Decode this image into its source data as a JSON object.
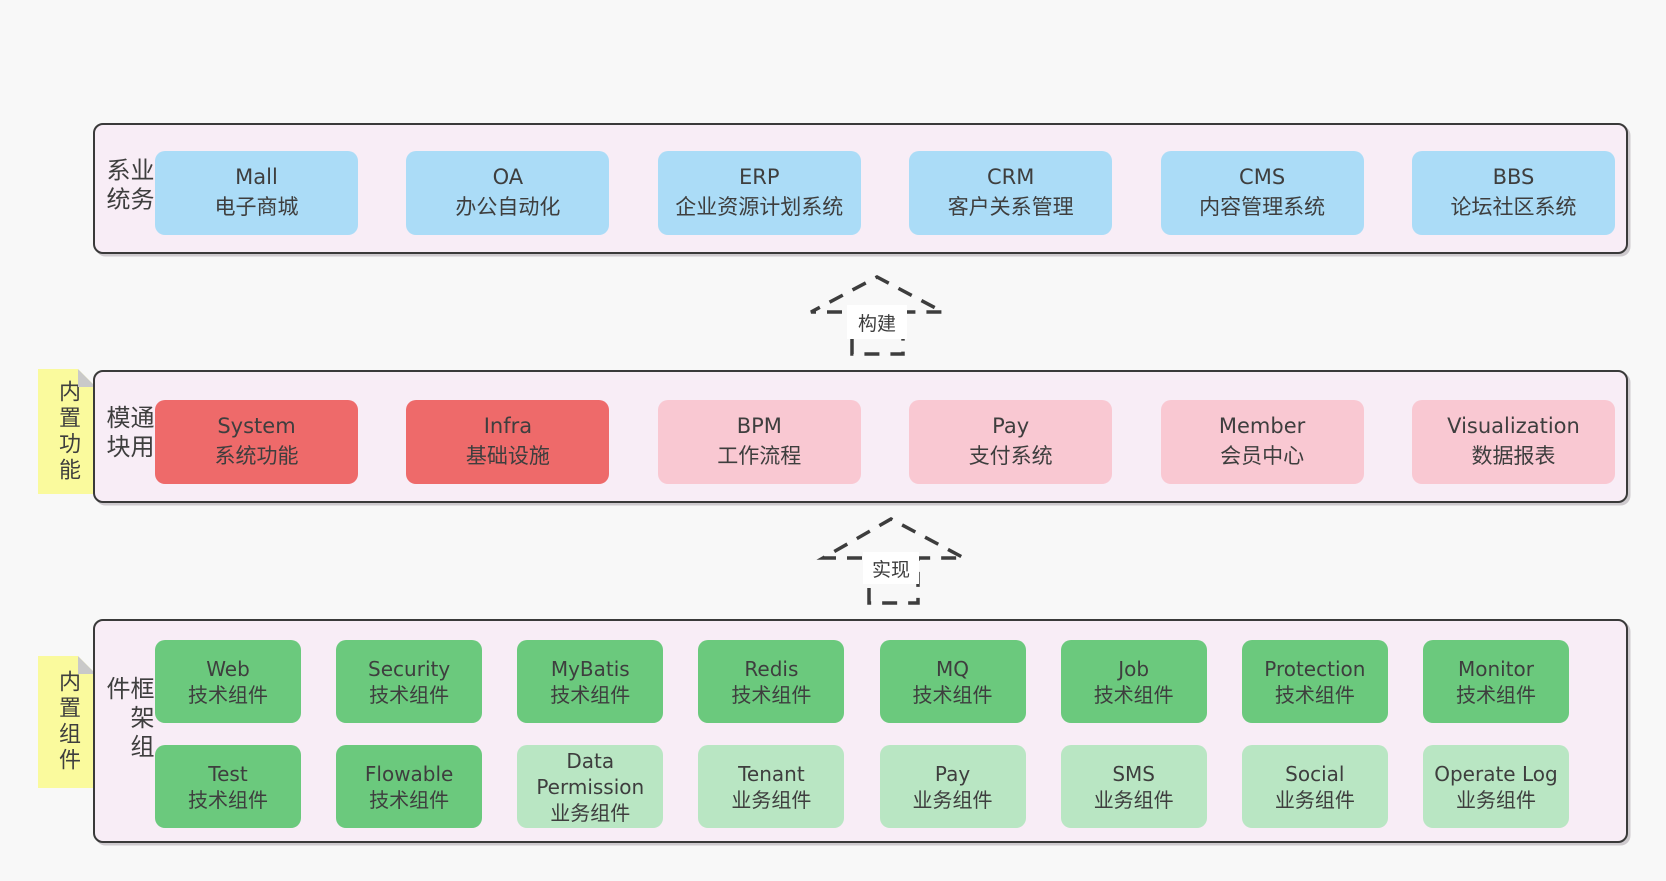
{
  "colors": {
    "blue": "#abdcf7",
    "red": "#ee6a6a",
    "pink": "#f9c8d2",
    "green": "#6bc97d",
    "light_green": "#b9e6c3",
    "container_fill": "#f8edf6",
    "container_border": "#3a3a3a",
    "note_fill": "#fafa9d",
    "note_fold": "#c9c9c9",
    "text": "#3e3e3e",
    "page_bg": "#f8f8f8"
  },
  "layers": [
    {
      "name": "business-systems",
      "label": "业务系统",
      "note": null,
      "rows": [
        [
          {
            "title": "Mall",
            "subtitle": "电子商城",
            "color": "blue"
          },
          {
            "title": "OA",
            "subtitle": "办公自动化",
            "color": "blue"
          },
          {
            "title": "ERP",
            "subtitle": "企业资源计划系统",
            "color": "blue"
          },
          {
            "title": "CRM",
            "subtitle": "客户关系管理",
            "color": "blue"
          },
          {
            "title": "CMS",
            "subtitle": "内容管理系统",
            "color": "blue"
          },
          {
            "title": "BBS",
            "subtitle": "论坛社区系统",
            "color": "blue"
          }
        ]
      ]
    },
    {
      "name": "common-modules",
      "label": "通用模块",
      "note": "内置功能",
      "rows": [
        [
          {
            "title": "System",
            "subtitle": "系统功能",
            "color": "red"
          },
          {
            "title": "Infra",
            "subtitle": "基础设施",
            "color": "red"
          },
          {
            "title": "BPM",
            "subtitle": "工作流程",
            "color": "pink"
          },
          {
            "title": "Pay",
            "subtitle": "支付系统",
            "color": "pink"
          },
          {
            "title": "Member",
            "subtitle": "会员中心",
            "color": "pink"
          },
          {
            "title": "Visualization",
            "subtitle": "数据报表",
            "color": "pink"
          }
        ]
      ]
    },
    {
      "name": "framework-components",
      "label": "框架组件",
      "note": "内置组件",
      "rows": [
        [
          {
            "title": "Web",
            "subtitle": "技术组件",
            "color": "green"
          },
          {
            "title": "Security",
            "subtitle": "技术组件",
            "color": "green"
          },
          {
            "title": "MyBatis",
            "subtitle": "技术组件",
            "color": "green"
          },
          {
            "title": "Redis",
            "subtitle": "技术组件",
            "color": "green"
          },
          {
            "title": "MQ",
            "subtitle": "技术组件",
            "color": "green"
          },
          {
            "title": "Job",
            "subtitle": "技术组件",
            "color": "green"
          },
          {
            "title": "Protection",
            "subtitle": "技术组件",
            "color": "green"
          },
          {
            "title": "Monitor",
            "subtitle": "技术组件",
            "color": "green"
          }
        ],
        [
          {
            "title": "Test",
            "subtitle": "技术组件",
            "color": "green"
          },
          {
            "title": "Flowable",
            "subtitle": "技术组件",
            "color": "green"
          },
          {
            "title": "Data Permission",
            "subtitle": "业务组件",
            "color": "light_green"
          },
          {
            "title": "Tenant",
            "subtitle": "业务组件",
            "color": "light_green"
          },
          {
            "title": "Pay",
            "subtitle": "业务组件",
            "color": "light_green"
          },
          {
            "title": "SMS",
            "subtitle": "业务组件",
            "color": "light_green"
          },
          {
            "title": "Social",
            "subtitle": "业务组件",
            "color": "light_green"
          },
          {
            "title": "Operate Log",
            "subtitle": "业务组件",
            "color": "light_green"
          }
        ]
      ]
    }
  ],
  "arrows": [
    {
      "name": "build-arrow",
      "label": "构建"
    },
    {
      "name": "implement-arrow",
      "label": "实现"
    }
  ]
}
